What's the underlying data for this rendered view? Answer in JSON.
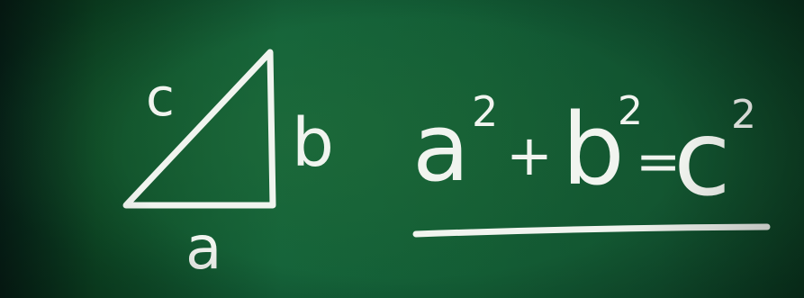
{
  "image": {
    "colors": {
      "board": "#125c35",
      "board_dark": "#07241a",
      "chalk": "#f1f4ef"
    }
  },
  "triangle": {
    "hypotenuse_label": "c",
    "vertical_leg_label": "b",
    "base_label": "a"
  },
  "formula": {
    "term_a": "a",
    "exp_a": "2",
    "plus": "+",
    "term_b": "b",
    "exp_b": "2",
    "equals": "=",
    "term_c": "c",
    "exp_c": "2"
  }
}
